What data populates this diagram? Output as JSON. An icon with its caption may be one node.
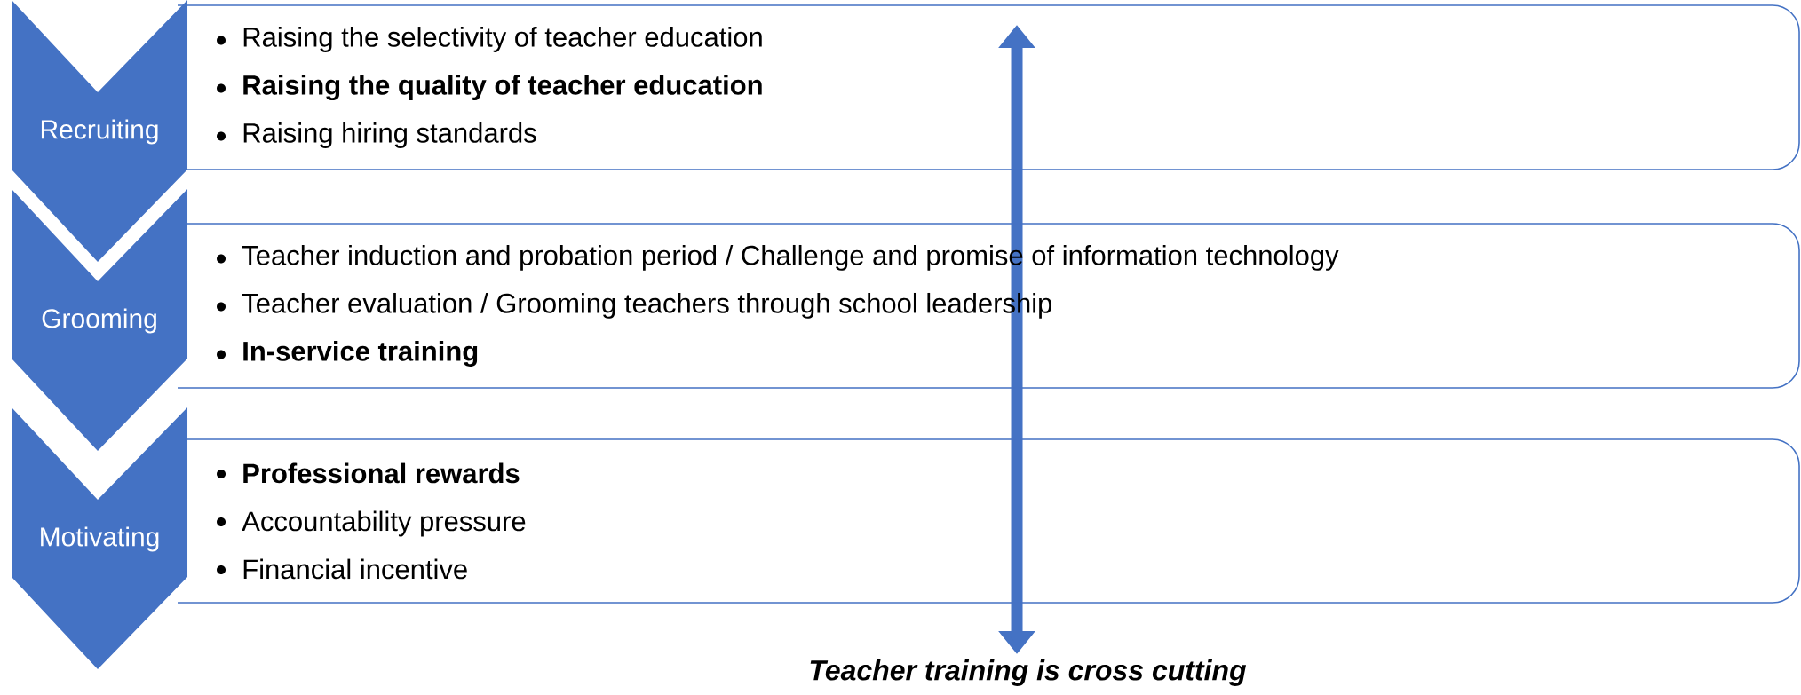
{
  "diagram": {
    "nodes": [
      {
        "text": [
          "Recruiting"
        ]
      },
      {
        "text": [
          "Raising the selectivity of teacher education",
          "**Raising the quality of teacher education**",
          "Raising hiring standards"
        ]
      },
      {
        "text": [
          "Grooming"
        ]
      },
      {
        "text": [
          "Teacher induction and probation period / Challenge and promise of information technology",
          "Teacher evaluation / Grooming teachers through school leadership",
          "**In-service training**"
        ]
      },
      {
        "text": [
          "Motivating"
        ]
      },
      {
        "text": [
          "**Professional rewards**",
          "Accountability pressure",
          "Financial incentive"
        ]
      }
    ],
    "labels": [
      "Teacher training is cross cutting"
    ]
  }
}
